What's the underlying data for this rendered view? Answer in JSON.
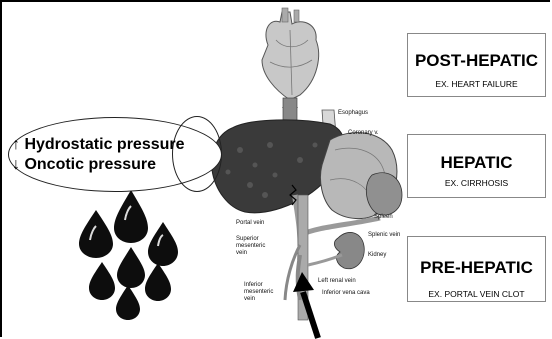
{
  "pressure_lines": {
    "hydrostatic": "↑ Hydrostatic pressure",
    "oncotic": "↓ Oncotic pressure"
  },
  "categories": {
    "post_hepatic": {
      "title": "POST-HEPATIC",
      "example": "EX. HEART FAILURE"
    },
    "hepatic": {
      "title": "HEPATIC",
      "example": "EX. CIRRHOSIS"
    },
    "pre_hepatic": {
      "title": "PRE-HEPATIC",
      "example": "EX. PORTAL VEIN CLOT"
    }
  },
  "anatomy_labels": {
    "esophagus": "Esophagus",
    "coronary": "Coronary v.",
    "spleen": "Spleen",
    "splenic": "Splenic vein",
    "kidney": "Kidney",
    "left_renal": "Left renal vein",
    "ivc": "Inferior vena cava",
    "portal": "Portal vein",
    "superior_mesenteric_1": "Superior",
    "superior_mesenteric_2": "mesenteric",
    "superior_mesenteric_3": "vein",
    "inferior_mesenteric_1": "Inferior",
    "inferior_mesenteric_2": "mesenteric",
    "inferior_mesenteric_3": "vein"
  },
  "colors": {
    "organ_fill": "#3a3a3a",
    "vessel": "#9a9a9a",
    "border": "#000000"
  }
}
